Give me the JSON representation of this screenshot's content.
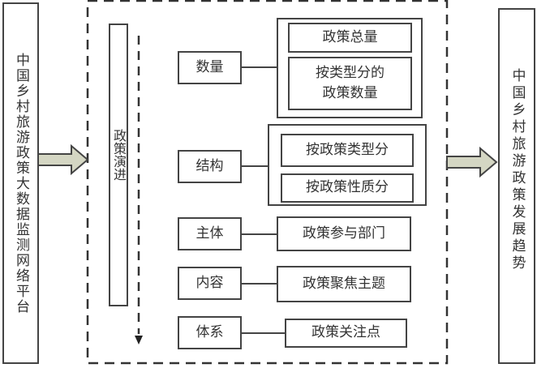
{
  "source": "中国乡村旅游政策大数据监测网络平台",
  "target": "中国乡村旅游政策发展趋势",
  "evolution": "政策演进",
  "dimensions": [
    {
      "label": "数量",
      "items": [
        "政策总量",
        "按类型分的政策数量"
      ]
    },
    {
      "label": "结构",
      "items": [
        "按政策类型分",
        "按政策性质分"
      ]
    },
    {
      "label": "主体",
      "items": [
        "政策参与部门"
      ]
    },
    {
      "label": "内容",
      "items": [
        "政策聚焦主题"
      ]
    },
    {
      "label": "体系",
      "items": [
        "政策关注点"
      ]
    }
  ],
  "colors": {
    "arrow_fill": "#d4d6c3",
    "stroke": "#444444"
  }
}
